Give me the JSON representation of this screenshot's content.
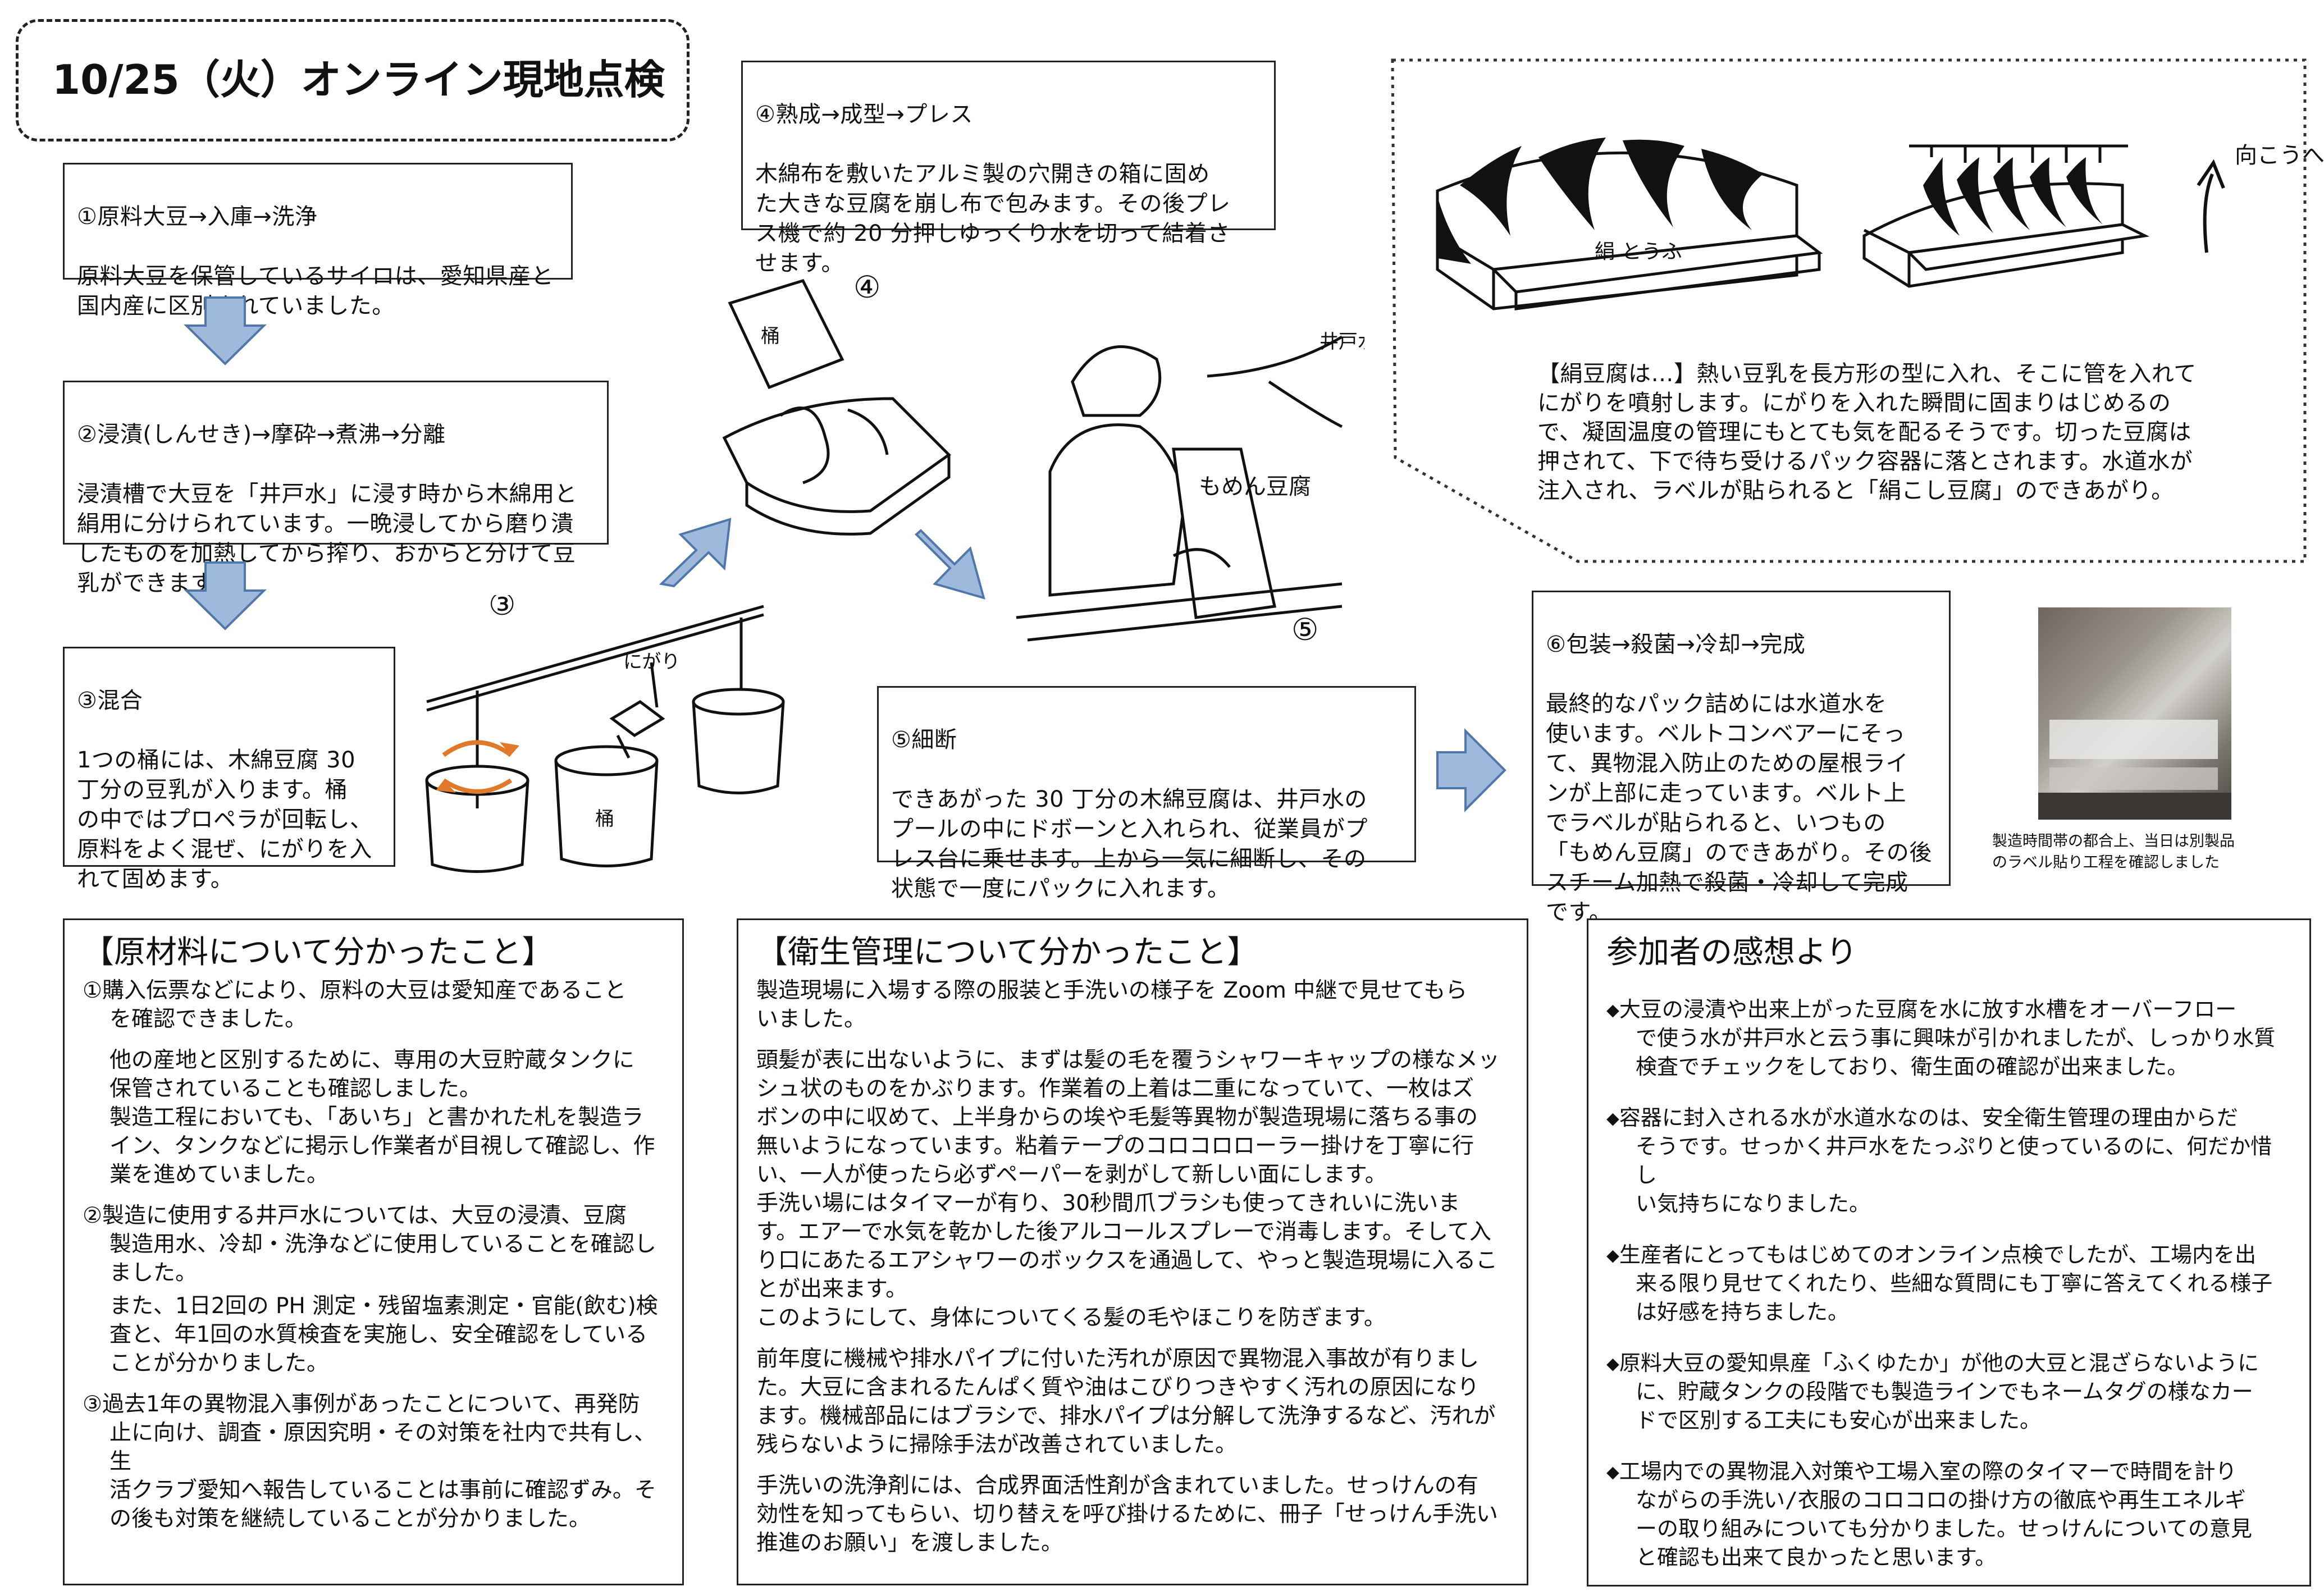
{
  "title": "10/25（火）オンライン現地点検",
  "steps": {
    "s1": {
      "head": "①原料大豆→入庫→洗浄",
      "body": "原料大豆を保管しているサイロは、愛知県産と\n国内産に区別されていました。"
    },
    "s2": {
      "head": "②浸漬(しんせき)→摩砕→煮沸→分離",
      "body": "浸漬槽で大豆を「井戸水」に浸す時から木綿用と\n絹用に分けられています。一晩浸してから磨り潰\nしたものを加熱してから搾り、おからと分けて豆\n乳ができます。"
    },
    "s3": {
      "head": "③混合",
      "body": "1つの桶には、木綿豆腐 30\n丁分の豆乳が入ります。桶\nの中ではプロペラが回転し、\n原料をよく混ぜ、にがりを入\nれて固めます。"
    },
    "s4": {
      "head": "④熟成→成型→プレス",
      "body": "木綿布を敷いたアルミ製の穴開きの箱に固め\nた大きな豆腐を崩し布で包みます。その後プレ\nス機で約 20 分押しゆっくり水を切って結着さ\nせます。"
    },
    "s5": {
      "head": "⑤細断",
      "body": "できあがった 30 丁分の木綿豆腐は、井戸水の\nプールの中にドボーンと入れられ、従業員がプ\nレス台に乗せます。上から一気に細断し、その\n状態で一度にパックに入れます。"
    },
    "s6": {
      "head": "⑥包装→殺菌→冷却→完成",
      "body": "最終的なパック詰めには水道水を\n使います。ベルトコンベアーにそっ\nて、異物混入防止のための屋根ライ\nンが上部に走っています。ベルト上\nでラベルが貼られると、いつもの\n「もめん豆腐」のできあがり。その後\nスチーム加熱で殺菌・冷却して完成\nです。"
    }
  },
  "kinu": {
    "body": "【絹豆腐は…】熱い豆乳を長方形の型に入れ、そこに管を入れて\nにがりを噴射します。にがりを入れた瞬間に固まりはじめるの\nで、凝固温度の管理にもとても気を配るそうです。切った豆腐は\n押されて、下で待ち受けるパック容器に落とされます。水道水が\n注入され、ラベルが貼られると「絹こし豆腐」のできあがり。"
  },
  "photo_caption": "製造時間帯の都合上、当日は別製品\nのラベル貼り工程を確認しました",
  "sketch": {
    "n3": "③",
    "n4": "④",
    "n5": "⑤",
    "oke": "桶",
    "oke2": "桶",
    "nigari": "にがり",
    "ido": "井戸水",
    "momen": "もめん豆腐",
    "kinu_label": "絹 とうふ",
    "push": "向こうへ押して切る。"
  },
  "raw": {
    "heading": "【原材料について分かったこと】",
    "p1": "①購入伝票などにより、原料の大豆は愛知産であること\nを確認できました。",
    "p1a": "他の産地と区別するために、専用の大豆貯蔵タンクに\n保管されていることも確認しました。\n製造工程においても、「あいち」と書かれた札を製造ラ\nイン、タンクなどに掲示し作業者が目視して確認し、作\n業を進めていました。",
    "p2": "②製造に使用する井戸水については、大豆の浸漬、豆腐\n製造用水、冷却・洗浄などに使用していることを確認し\nました。",
    "p2a": "また、1日2回の PH 測定・残留塩素測定・官能(飲む)検\n査と、年1回の水質検査を実施し、安全確認をしている\nことが分かりました。",
    "p3": "③過去1年の異物混入事例があったことについて、再発防\n止に向け、調査・原因究明・その対策を社内で共有し、生\n活クラブ愛知へ報告していることは事前に確認ずみ。そ\nの後も対策を継続していることが分かりました。"
  },
  "hygiene": {
    "heading": "【衛生管理について分かったこと】",
    "p1": "製造現場に入場する際の服装と手洗いの様子を Zoom 中継で見せてもら\nいました。",
    "p2": "頭髪が表に出ないように、まずは髪の毛を覆うシャワーキャップの様なメッ\nシュ状のものをかぶります。作業着の上着は二重になっていて、一枚はズ\nボンの中に収めて、上半身からの埃や毛髪等異物が製造現場に落ちる事の\n無いようになっています。粘着テープのコロコロローラー掛けを丁寧に行\nい、一人が使ったら必ずペーパーを剥がして新しい面にします。\n手洗い場にはタイマーが有り、30秒間爪ブラシも使ってきれいに洗いま\nす。エアーで水気を乾かした後アルコールスプレーで消毒します。そして入\nり口にあたるエアシャワーのボックスを通過して、やっと製造現場に入るこ\nとが出来ます。\nこのようにして、身体についてくる髪の毛やほこりを防ぎます。",
    "p3": "前年度に機械や排水パイプに付いた汚れが原因で異物混入事故が有りまし\nた。大豆に含まれるたんぱく質や油はこびりつきやすく汚れの原因になり\nます。機械部品にはブラシで、排水パイプは分解して洗浄するなど、汚れが\n残らないように掃除手法が改善されていました。",
    "p4": "手洗いの洗浄剤には、合成界面活性剤が含まれていました。せっけんの有\n効性を知ってもらい、切り替えを呼び掛けるために、冊子「せっけん手洗い\n推進のお願い」を渡しました。"
  },
  "impressions": {
    "heading": "参加者の感想より",
    "items": [
      "◆大豆の浸漬や出来上がった豆腐を水に放す水槽をオーバーフロー\nで使う水が井戸水と云う事に興味が引かれましたが、しっかり水質\n検査でチェックをしており、衛生面の確認が出来ました。",
      "◆容器に封入される水が水道水なのは、安全衛生管理の理由からだ\nそうです。せっかく井戸水をたっぷりと使っているのに、何だか惜し\nい気持ちになりました。",
      "◆生産者にとってもはじめてのオンライン点検でしたが、工場内を出\n来る限り見せてくれたり、些細な質問にも丁寧に答えてくれる様子\nは好感を持ちました。",
      "◆原料大豆の愛知県産「ふくゆたか」が他の大豆と混ざらないように\nに、貯蔵タンクの段階でも製造ラインでもネームタグの様なカー\nドで区別する工夫にも安心が出来ました。",
      "◆工場内での異物混入対策や工場入室の際のタイマーで時間を計り\nながらの手洗い/衣服のコロコロの掛け方の徹底や再生エネルギ\nーの取り組みについても分かりました。せっけんについての意見\nと確認も出来て良かったと思います。"
    ]
  },
  "colors": {
    "arrow_fill": "#9fb9dd",
    "arrow_stroke": "#4f77aa",
    "border": "#222222",
    "rotate_arrow": "#e07a2a"
  }
}
